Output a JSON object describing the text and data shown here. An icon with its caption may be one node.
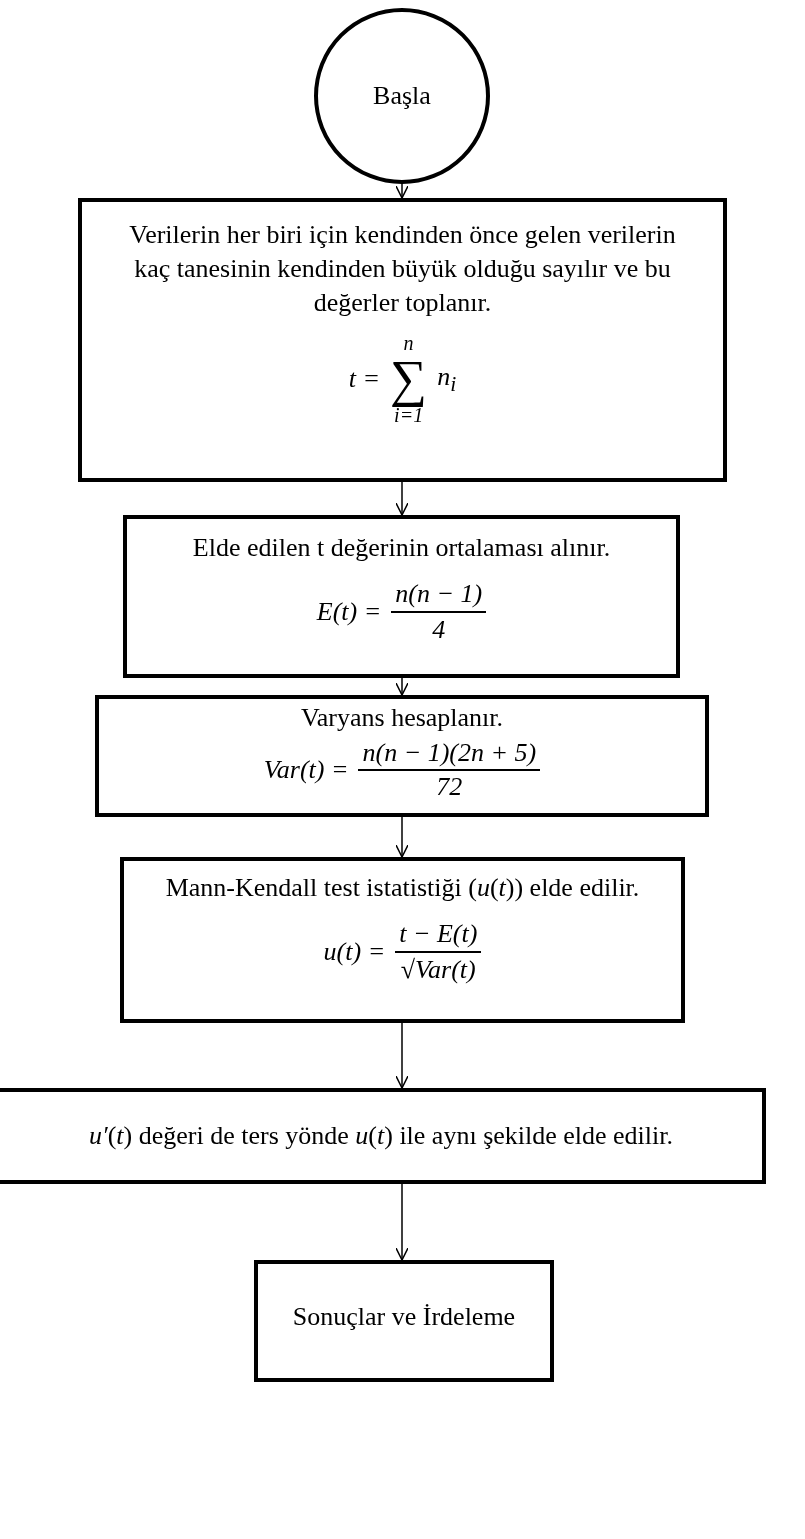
{
  "diagram": {
    "nodes": [
      {
        "text": [
          "Başla"
        ]
      },
      {
        "text": [
          "Verilerin her biri için kendinden önce gelen verilerin kaç tanesinin kendinden büyük olduğu sayılır ve bu değerler toplanır.",
          "t =",
          "n",
          "∑",
          "i=1",
          "n$_{i}$"
        ]
      },
      {
        "text": [
          "Elde edilen t değerinin ortalaması alınır.",
          "E(t) =",
          "n(n − 1)",
          "4"
        ]
      },
      {
        "text": [
          "Varyans hesaplanır.",
          "Var(t) =",
          "n(n − 1)(2n + 5)",
          "72"
        ]
      },
      {
        "text": [
          "Mann-Kendall test istatistiği (*u*(*t*)) elde edilir.",
          "u(t) =",
          "t − E(t)",
          "√Var(t)"
        ]
      },
      {
        "text": [
          "*u′*(*t*) değeri de ters yönde *u*(*t*) ile aynı şekilde elde edilir."
        ]
      },
      {
        "text": [
          "Sonuçlar ve İrdeleme"
        ]
      }
    ],
    "edges": [
      {
        "from": 0,
        "to": 1,
        "arrow": "to"
      },
      {
        "from": 1,
        "to": 2,
        "arrow": "to"
      },
      {
        "from": 2,
        "to": 3,
        "arrow": "to"
      },
      {
        "from": 3,
        "to": 4,
        "arrow": "to"
      },
      {
        "from": 4,
        "to": 5,
        "arrow": "to"
      },
      {
        "from": 5,
        "to": 6,
        "arrow": "to"
      }
    ]
  }
}
